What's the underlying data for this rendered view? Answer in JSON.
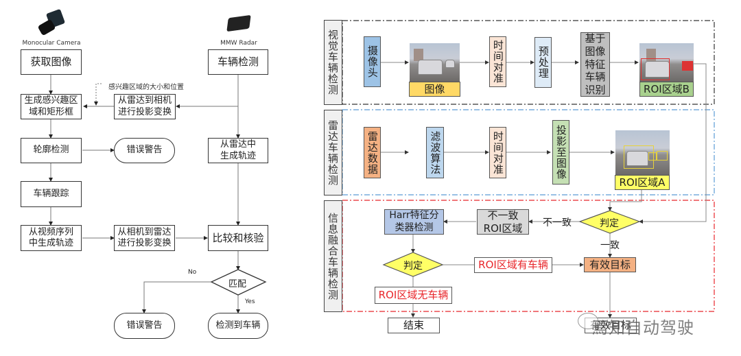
{
  "left_flow": {
    "camera_caption": "Monocular Camera",
    "radar_caption": "MMW Radar",
    "nodes": {
      "acquire_image": "获取图像",
      "vehicle_detect": "车辆检测",
      "roi_note": "感兴趣区域的大小和位置",
      "gen_roi": "生成感兴趣区\n域和矩形框",
      "radar_to_cam": "从雷达到相机\n进行投影变换",
      "contour_detect": "轮廓检测",
      "error_warning_1": "错误警告",
      "radar_track": "从雷达中\n生成轨迹",
      "vehicle_tracking": "车辆跟踪",
      "video_track": "从视频序列\n中生成轨迹",
      "cam_to_radar": "从相机到雷达\n进行投影变换",
      "compare_verify": "比较和核验",
      "match": "匹配",
      "no_label": "No",
      "yes_label": "Yes",
      "error_warning_2": "错误警告",
      "vehicle_detected": "检测到车辆"
    }
  },
  "right_flow": {
    "sections": {
      "vision": {
        "label": "视觉车辆检测",
        "border_color": "#333333"
      },
      "radar": {
        "label": "雷达车辆检测",
        "border_color": "#5b9bd5"
      },
      "fusion": {
        "label": "信息融合车辆检测",
        "border_color": "#e8262b"
      }
    },
    "vision_nodes": {
      "camera": "摄像头",
      "image": "图像",
      "time_align": "时间对准",
      "preprocess": "预处理",
      "image_feature_recog": "基于图像特征车辆识别",
      "roi_b": "ROI区域B"
    },
    "radar_nodes": {
      "radar_data": "雷达数据",
      "filter_algo": "滤波算法",
      "time_align": "时间对准",
      "project_to_image": "投影至图像",
      "roi_a": "ROI区域A"
    },
    "fusion_nodes": {
      "harr_detect": "Harr特征分\n类器检测",
      "inconsistent_roi": "不一致\nROI区域",
      "inconsistent_label": "不一致",
      "judge_1": "判定",
      "consistent_label": "一致",
      "judge_2": "判定",
      "roi_has_vehicle": "ROI区域有车辆",
      "valid_target": "有效目标",
      "roi_no_vehicle": "ROI区域无车辆",
      "end": "结束",
      "valid_target_out": "有效目标"
    },
    "colors": {
      "camera": "#9dc3e6",
      "image_label": "#ffd966",
      "time_align": "#fbe5d6",
      "preprocess": "#deebf7",
      "feature_recog": "#bfbfbf",
      "roi_b": "#a9d18e",
      "radar_data": "#f4b183",
      "filter": "#bdd7ee",
      "project": "#c5e0b4",
      "roi_a": "#ffff66",
      "harr": "#b4c7e7",
      "inconsistent": "#d9d9d9",
      "judge": "#ffff66",
      "valid_target": "#f4b183"
    }
  },
  "watermark": "焉知自动驾驶"
}
